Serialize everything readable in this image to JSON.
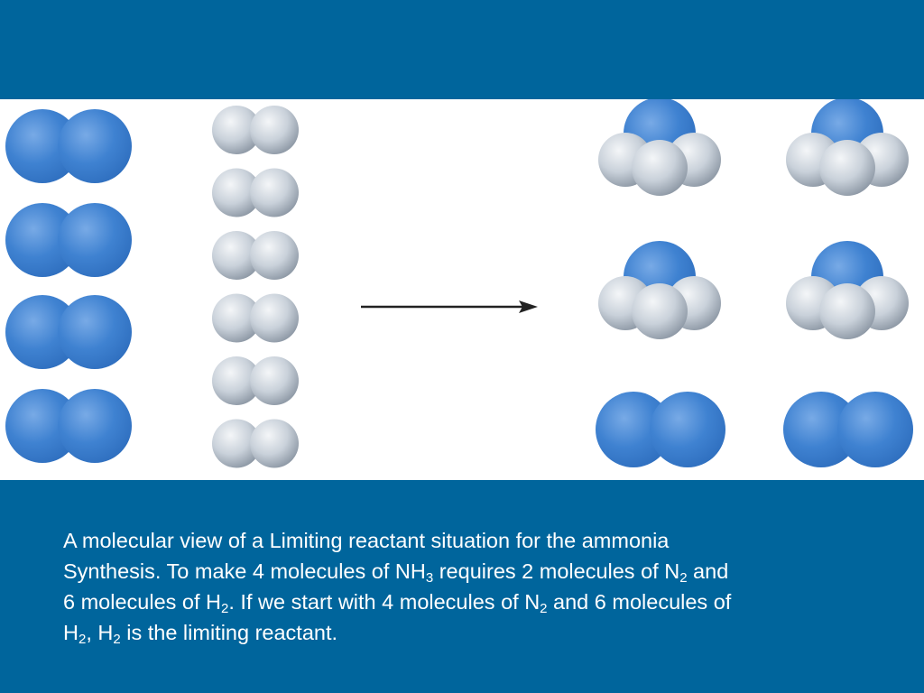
{
  "slide": {
    "background_color": "#00659c",
    "panel_color": "#ffffff"
  },
  "diagram": {
    "atom_colors": {
      "nitrogen": "#3f82d1",
      "hydrogen": "#c5cfd9"
    },
    "reactants": {
      "n2_molecules": 4,
      "h2_molecules": 6
    },
    "products": {
      "nh3_molecules": 4,
      "leftover_n2_molecules": 2
    },
    "arrow_icon": "reaction-arrow-icon"
  },
  "caption": {
    "line1": "A molecular view of a Limiting reactant situation for the ammonia",
    "line2_a": "Synthesis. To make 4 molecules of NH",
    "line2_sub1": "3",
    "line2_b": " requires 2 molecules of N",
    "line2_sub2": "2",
    "line2_c": " and",
    "line3_a": "6 molecules of H",
    "line3_sub1": "2",
    "line3_b": ". If we start with 4 molecules of N",
    "line3_sub2": "2",
    "line3_c": " and 6 molecules of",
    "line4_a": "H",
    "line4_sub1": "2",
    "line4_b": ", H",
    "line4_sub2": "2",
    "line4_c": " is the limiting reactant."
  }
}
